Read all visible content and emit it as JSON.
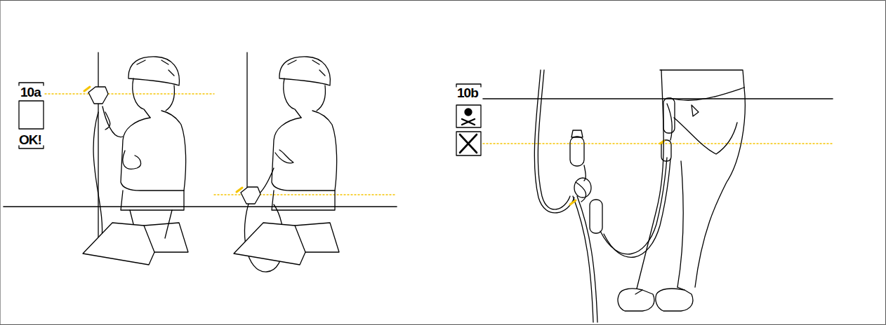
{
  "diagram": {
    "labels": [
      "10a",
      "OK!",
      "10b"
    ]
  }
}
